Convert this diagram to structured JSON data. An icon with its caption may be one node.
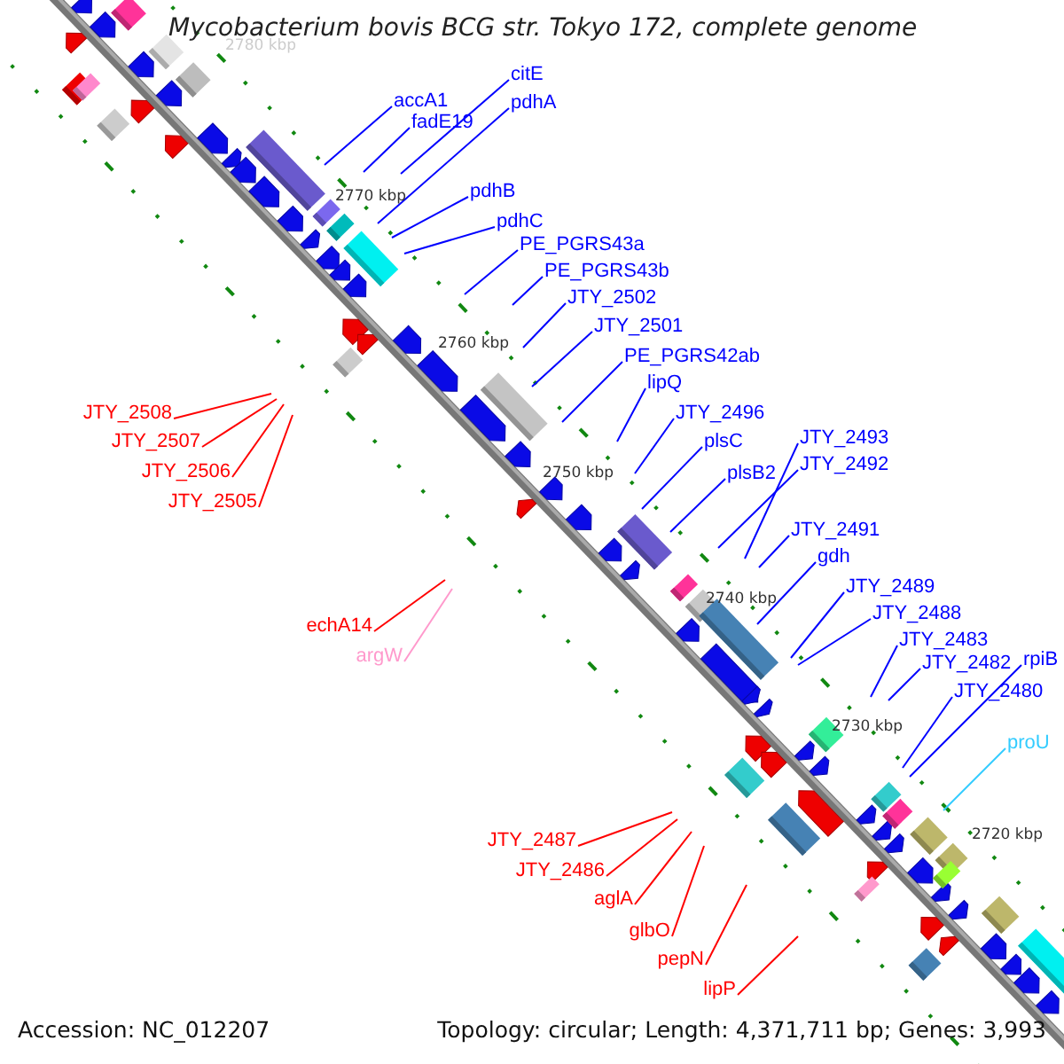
{
  "diagram": {
    "title": "Mycobacterium bovis BCG str. Tokyo 172, complete genome",
    "nodes": [
      {
        "text": [
          "citE"
        ]
      },
      {
        "text": [
          "accA1"
        ]
      },
      {
        "text": [
          "pdhA"
        ]
      },
      {
        "text": [
          "fadE19"
        ]
      },
      {
        "text": [
          "pdhB"
        ]
      },
      {
        "text": [
          "pdhC"
        ]
      },
      {
        "text": [
          "PE_PGRS43a"
        ]
      },
      {
        "text": [
          "PE_PGRS43b"
        ]
      },
      {
        "text": [
          "JTY_2502"
        ]
      },
      {
        "text": [
          "JTY_2501"
        ]
      },
      {
        "text": [
          "PE_PGRS42ab"
        ]
      },
      {
        "text": [
          "lipQ"
        ]
      },
      {
        "text": [
          "JTY_2508"
        ]
      },
      {
        "text": [
          "JTY_2496"
        ]
      },
      {
        "text": [
          "JTY_2493"
        ]
      },
      {
        "text": [
          "JTY_2507"
        ]
      },
      {
        "text": [
          "plsC"
        ]
      },
      {
        "text": [
          "JTY_2492"
        ]
      },
      {
        "text": [
          "JTY_2506"
        ]
      },
      {
        "text": [
          "plsB2"
        ]
      },
      {
        "text": [
          "JTY_2505"
        ]
      },
      {
        "text": [
          "JTY_2491"
        ]
      },
      {
        "text": [
          "gdh"
        ]
      },
      {
        "text": [
          "JTY_2489"
        ]
      },
      {
        "text": [
          "JTY_2488"
        ]
      },
      {
        "text": [
          "echA14"
        ]
      },
      {
        "text": [
          "JTY_2483"
        ]
      },
      {
        "text": [
          "argW"
        ]
      },
      {
        "text": [
          "rpiB"
        ]
      },
      {
        "text": [
          "JTY_2482"
        ]
      },
      {
        "text": [
          "JTY_2480"
        ]
      },
      {
        "text": [
          "proU"
        ]
      },
      {
        "text": [
          "JTY_2487"
        ]
      },
      {
        "text": [
          "JTY_2486"
        ]
      },
      {
        "text": [
          "aglA"
        ]
      },
      {
        "text": [
          "glbO"
        ]
      },
      {
        "text": [
          "pepN"
        ]
      },
      {
        "text": [
          "lipP"
        ]
      }
    ],
    "edges": [
      {
        "from": 0,
        "to": null,
        "arrow": "none"
      },
      {
        "from": 1,
        "to": null,
        "arrow": "none"
      },
      {
        "from": 2,
        "to": null,
        "arrow": "none"
      },
      {
        "from": 3,
        "to": null,
        "arrow": "none"
      },
      {
        "from": 4,
        "to": null,
        "arrow": "none"
      },
      {
        "from": 5,
        "to": null,
        "arrow": "none"
      },
      {
        "from": 6,
        "to": null,
        "arrow": "none"
      },
      {
        "from": 7,
        "to": null,
        "arrow": "none"
      },
      {
        "from": 8,
        "to": null,
        "arrow": "none"
      },
      {
        "from": 9,
        "to": null,
        "arrow": "none"
      },
      {
        "from": 10,
        "to": null,
        "arrow": "none"
      },
      {
        "from": 11,
        "to": null,
        "arrow": "none"
      },
      {
        "from": 12,
        "to": null,
        "arrow": "none",
        "color": "#ff0000"
      },
      {
        "from": 13,
        "to": null,
        "arrow": "none"
      },
      {
        "from": 14,
        "to": null,
        "arrow": "none"
      },
      {
        "from": 15,
        "to": null,
        "arrow": "none",
        "color": "#ff0000"
      },
      {
        "from": 16,
        "to": null,
        "arrow": "none"
      },
      {
        "from": 17,
        "to": null,
        "arrow": "none"
      },
      {
        "from": 18,
        "to": null,
        "arrow": "none",
        "color": "#ff0000"
      },
      {
        "from": 19,
        "to": null,
        "arrow": "none"
      },
      {
        "from": 20,
        "to": null,
        "arrow": "none",
        "color": "#ff0000"
      },
      {
        "from": 21,
        "to": null,
        "arrow": "none"
      },
      {
        "from": 22,
        "to": null,
        "arrow": "none"
      },
      {
        "from": 23,
        "to": null,
        "arrow": "none"
      },
      {
        "from": 24,
        "to": null,
        "arrow": "none"
      },
      {
        "from": 25,
        "to": null,
        "arrow": "none",
        "color": "#ff0000"
      },
      {
        "from": 26,
        "to": null,
        "arrow": "none"
      },
      {
        "from": 27,
        "to": null,
        "arrow": "none",
        "color": "#ff99cc"
      },
      {
        "from": 28,
        "to": null,
        "arrow": "none"
      },
      {
        "from": 29,
        "to": null,
        "arrow": "none"
      },
      {
        "from": 30,
        "to": null,
        "arrow": "none"
      },
      {
        "from": 31,
        "to": null,
        "arrow": "none",
        "color": "#33ccff"
      },
      {
        "from": 32,
        "to": null,
        "arrow": "none",
        "color": "#ff0000"
      },
      {
        "from": 33,
        "to": null,
        "arrow": "none",
        "color": "#ff0000"
      },
      {
        "from": 34,
        "to": null,
        "arrow": "none",
        "color": "#ff0000"
      },
      {
        "from": 35,
        "to": null,
        "arrow": "none",
        "color": "#ff0000"
      },
      {
        "from": 36,
        "to": null,
        "arrow": "none",
        "color": "#ff0000"
      },
      {
        "from": 37,
        "to": null,
        "arrow": "none",
        "color": "#ff0000"
      }
    ],
    "labels": [
      "2780 kbp",
      "2770 kbp",
      "2760 kbp",
      "2750 kbp",
      "2740 kbp",
      "2730 kbp",
      "2720 kbp",
      "Accession: NC_012207",
      "Topology: circular; Length: 4,371,711 bp; Genes: 3,993"
    ]
  }
}
